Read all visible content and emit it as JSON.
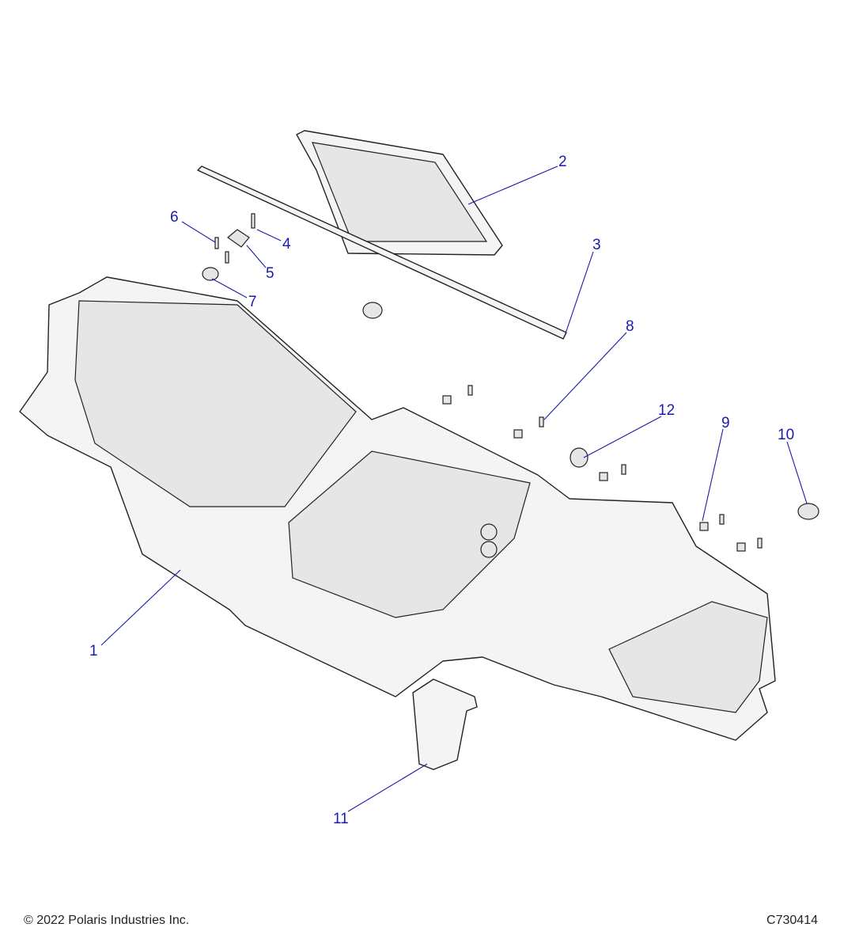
{
  "diagram": {
    "callouts": [
      {
        "label": "1"
      },
      {
        "label": "2"
      },
      {
        "label": "3"
      },
      {
        "label": "4"
      },
      {
        "label": "5"
      },
      {
        "label": "6"
      },
      {
        "label": "7"
      },
      {
        "label": "8"
      },
      {
        "label": "9"
      },
      {
        "label": "10"
      },
      {
        "label": "11"
      },
      {
        "label": "12"
      }
    ],
    "callout_color": "#1a1ab0"
  },
  "footer": {
    "copyright": "© 2022 Polaris Industries Inc.",
    "drawing_id": "C730414"
  }
}
